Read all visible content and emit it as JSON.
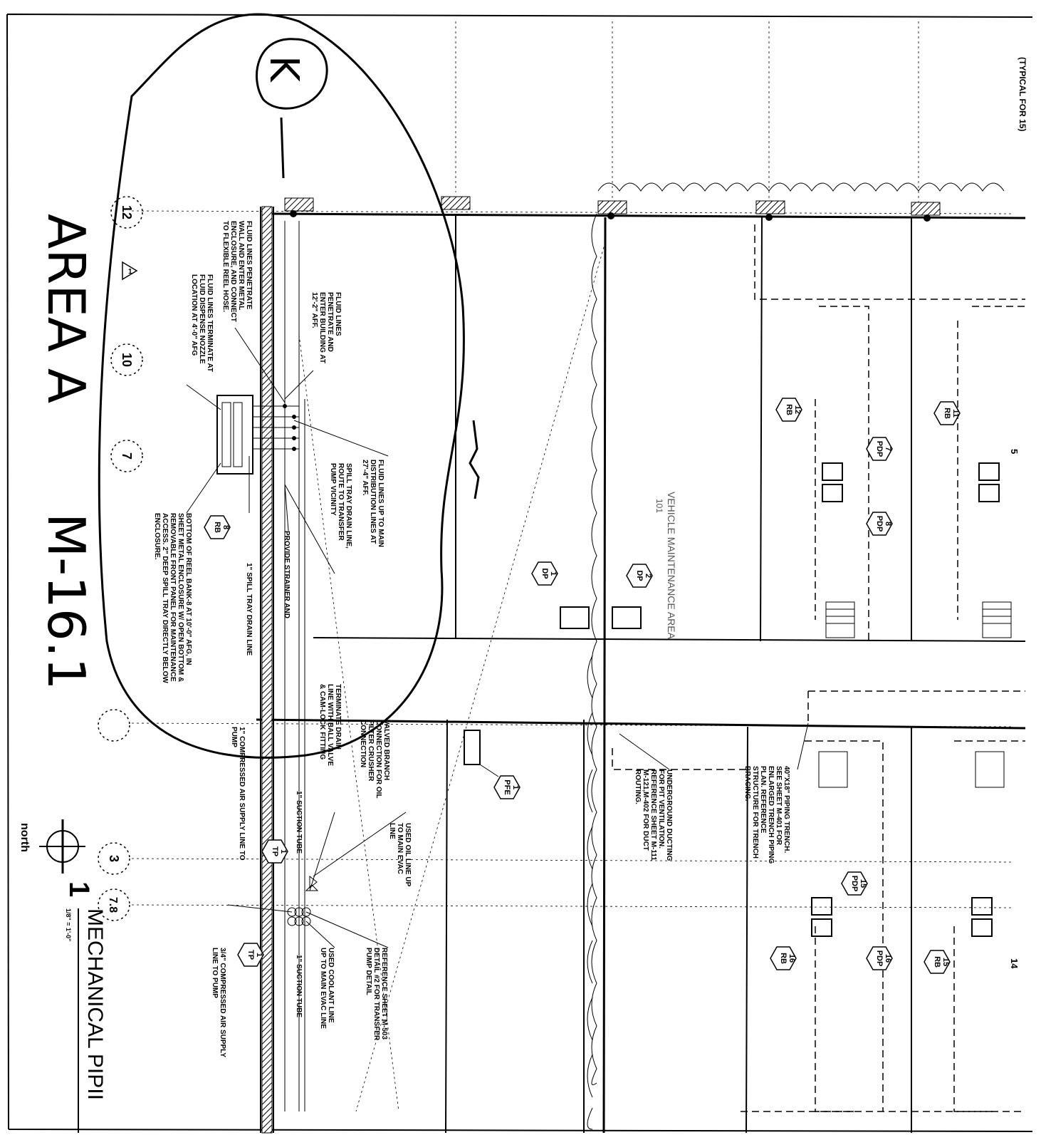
{
  "handwritten": {
    "area": "AREA A",
    "sheet_ref": "M-16.1",
    "circle_letter": "K"
  },
  "corner_note": "(TYPICAL FOR 15)",
  "room_label": "VEHICLE MAINTENANCE AREA",
  "room_number": "101",
  "notes": {
    "fluid_penetrate_wall": "FLUID LINES PENETRATE WALL AND ENTER METAL ENCLOSURE, AND CONNECT TO FLEXIBLE REEL HOSE.",
    "fluid_terminate": "FLUID LINES TERMINATE AT FLUID DISPENSE NOZZLE LOCATION AT 4'-0\" AFG",
    "fluid_enter_building": "FLUID LINES PENETRATE AND ENTER BUILDING AT 12'-2\" AFF.",
    "fluid_up_to_main": "FLUID LINES UP TO MAIN DISTRIBUTION LINES AT 27'-4\" AFF.",
    "spill_tray_route": "SPILL TRAY DRAIN LINE, ROUTE TO TRANSFER PUMP VICINITY",
    "strainer": "PROVIDE STRAINER AND",
    "spill_drain": "1\" SPILL TRAY DRAIN LINE",
    "reel_bank": "BOTTOM OF REEL BANK-8 AT 10'-0\" AFG, IN SHEET METAL ENCLOSURE W/ OPEN BOTTOM & REMOVABLE FRONT PANEL FOR MAINTENANCE ACCESS. 2\" DEEP SPILL TRAY DIRECTLY BELOW ENCLOSURE.",
    "terminate_drain": "TERMINATE DRAIN LINE WITH BALL VALVE & CAM-LOCK FITTING",
    "valved_branch": "VALVED BRANCH CONNECTION FOR OIL FILTER CRUSHER CONNECTION",
    "used_oil": "USED OIL LINE UP TO MAIN EVAC LINE",
    "suction_tube": "1\" SUCTION TUBE",
    "compressed_air_1": "1\" COMPRESSED AIR SUPPLY LINE TO PUMP",
    "reference_m503": "REFERENCE SHEET M-503 DETAIL #2 FOR TRANSFER PUMP DETAIL",
    "used_coolant": "USED COOLANT LINE UP TO MAIN EVAC LINE",
    "suction_tube_2": "1\" SUCTION TUBE",
    "compressed_air_34": "3/4\" COMPRESSED AIR SUPPLY LINE TO PUMP",
    "underground_ducting": "UNDERGROUND DUCTING FOR PIT VENTILATION. REFERENCE SHEET M-111 M-121,M-402 FOR DUCT ROUTING.",
    "piping_trench": "40\"X18\" PIPING TRENCH. SEE SHEET M-401 FOR ENLARGED TRENCH PIPING PLAN. REFERENCE STRUCTURE FOR TRENCH BRACING."
  },
  "grid_bubbles": [
    "12",
    "10",
    "7",
    "3",
    "7.8"
  ],
  "tags": [
    {
      "code": "RB",
      "num": "8"
    },
    {
      "code": "RB",
      "num": "12"
    },
    {
      "code": "RB",
      "num": "11"
    },
    {
      "code": "RB",
      "num": "16"
    },
    {
      "code": "RB",
      "num": "15"
    },
    {
      "code": "PDP",
      "num": "7"
    },
    {
      "code": "PDP",
      "num": "8"
    },
    {
      "code": "PDP",
      "num": "15"
    },
    {
      "code": "PDP",
      "num": "16"
    },
    {
      "code": "DP",
      "num": "1"
    },
    {
      "code": "DP",
      "num": "2"
    },
    {
      "code": "PFE",
      "num": "1"
    },
    {
      "code": "TP",
      "num": "1"
    },
    {
      "code": "TP",
      "num": "1"
    }
  ],
  "partial_tags": [
    "5",
    "14"
  ],
  "title_block": {
    "number": "1",
    "title": "MECHANICAL PIPII",
    "scale": "1/8\" = 1'-0\"",
    "north": "north"
  }
}
